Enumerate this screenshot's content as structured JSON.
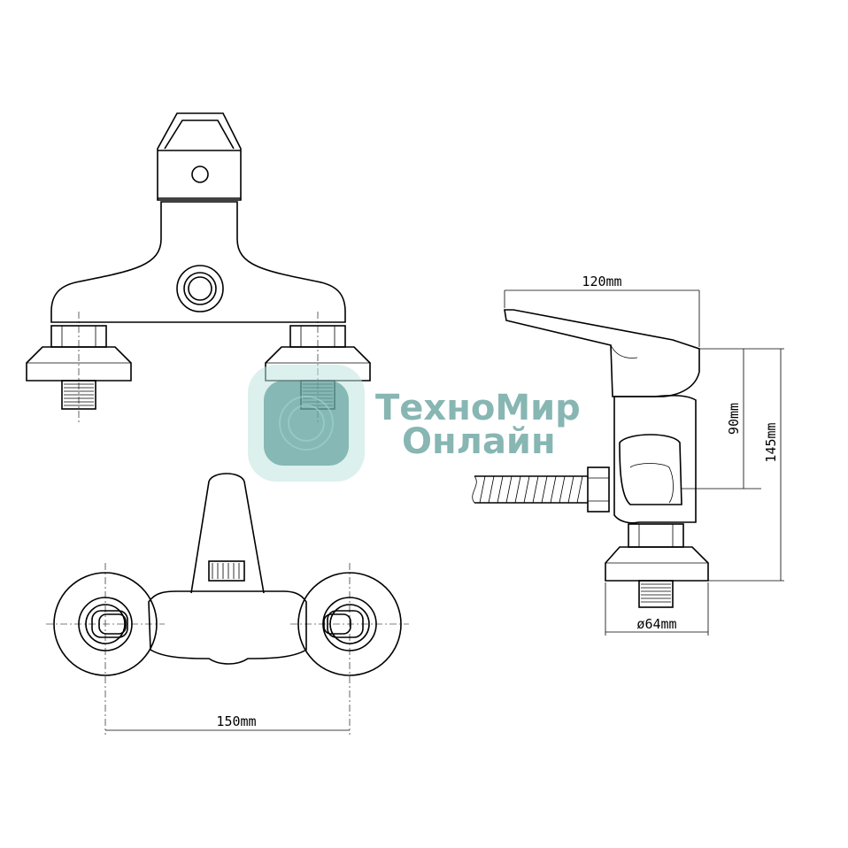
{
  "dimensions": {
    "top_width": "120mm",
    "height_upper": "90mm",
    "height_total": "145mm",
    "flange_diameter": "ø64mm",
    "center_spacing": "150mm"
  },
  "watermark": {
    "line1": "ТехноМир",
    "line2": "Онлайн",
    "color": "#3f8a86"
  },
  "views": [
    "front-view",
    "top-view",
    "side-view"
  ]
}
